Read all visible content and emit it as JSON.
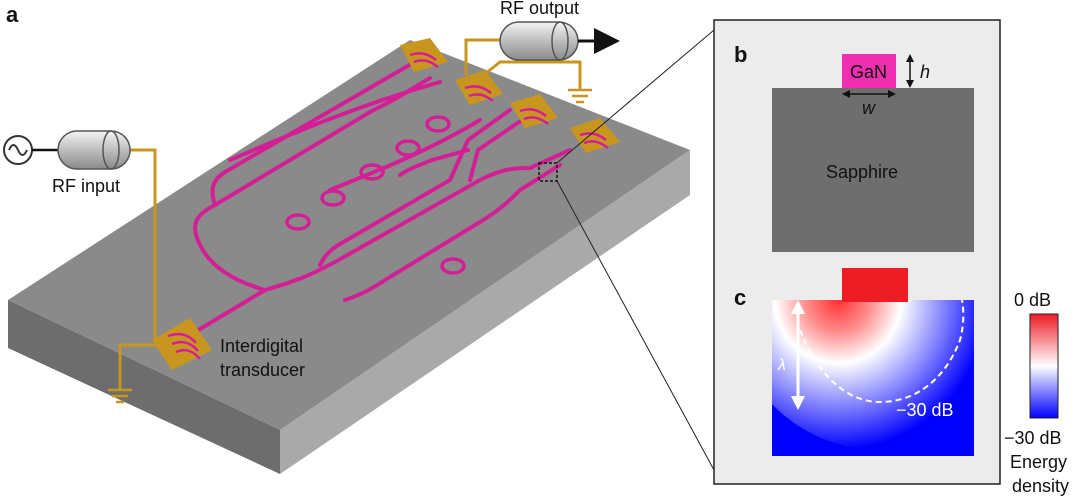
{
  "panels": {
    "a": "a",
    "b": "b",
    "c": "c"
  },
  "labels": {
    "rf_output": "RF output",
    "rf_input": "RF input",
    "idt_line1": "Interdigital",
    "idt_line2": "transducer",
    "gan": "GaN",
    "h": "h",
    "w": "w",
    "sapphire": "Sapphire",
    "lambda": "λ",
    "contour": "−30 dB"
  },
  "colorbar": {
    "max_label": "0 dB",
    "min_label": "−30 dB",
    "title_line1": "Energy",
    "title_line2": "density",
    "max_color": "#ee1c25",
    "mid_color": "#ffffff",
    "min_color": "#0000ff"
  },
  "colors": {
    "waveguide": "#d41e96",
    "electrode": "#c8961e",
    "substrate": "#7a7a7a",
    "gan": "#ee2fae",
    "sapphire": "#6e6e6e",
    "inset_bg": "#ececec"
  },
  "icons": {
    "source": "ac-source-icon",
    "ground": "ground-icon",
    "cable": "coaxial-cable-icon",
    "arrow": "output-arrow-icon"
  }
}
